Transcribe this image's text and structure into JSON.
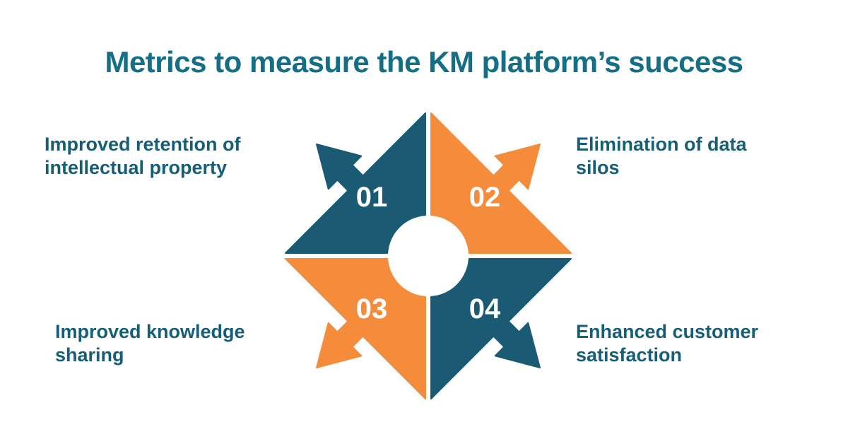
{
  "title": "Metrics to measure the KM platform’s success",
  "colors": {
    "teal_shape": "#1A5A73",
    "orange_shape": "#F58C3C",
    "title_text": "#146E85",
    "label_text": "#165E78",
    "number_text": "#FFFFFF",
    "background": "#FFFFFF"
  },
  "quadrants": [
    {
      "number": "01",
      "position": "top-left",
      "arrow_direction": "north-west",
      "color": "teal",
      "label_lines": [
        "Improved retention of",
        "intellectual property"
      ]
    },
    {
      "number": "02",
      "position": "top-right",
      "arrow_direction": "north-east",
      "color": "orange",
      "label_lines": [
        "Elimination of data",
        "silos"
      ]
    },
    {
      "number": "03",
      "position": "bottom-left",
      "arrow_direction": "south-west",
      "color": "orange",
      "label_lines": [
        "Improved knowledge",
        "sharing"
      ]
    },
    {
      "number": "04",
      "position": "bottom-right",
      "arrow_direction": "south-east",
      "color": "teal",
      "label_lines": [
        "Enhanced customer",
        "satisfaction"
      ]
    }
  ]
}
